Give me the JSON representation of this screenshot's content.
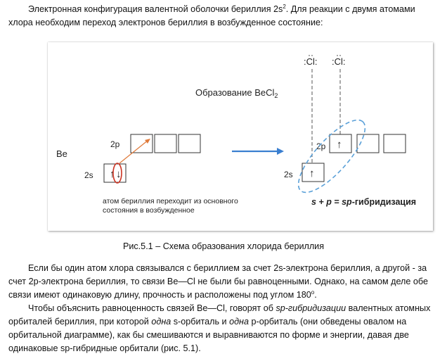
{
  "paragraphs": {
    "p1_part1": "Электронная конфигурация валентной оболочки бериллия 2s",
    "p1_sup": "2",
    "p1_part2": ". Для реакции с двумя атомами хлора необходим переход электронов бериллия в возбужденное состояние:",
    "p2": "Если бы один атом хлора связывался с бериллием за счет 2s-электрона бериллия, а другой - за счет 2p-электрона бериллия, то связи Be—Cl не были бы равноценными. Однако, на самом деле обе связи имеют одинаковую длину, прочность и расположены под углом 180",
    "p2_sup": "o",
    "p2_end": ".",
    "p3_a": "Чтобы объяснить равноценность связей Be—Cl, говорят об ",
    "p3_em1": "sp-гибридизации",
    "p3_b": " валентных атомных орбиталей бериллия, при которой ",
    "p3_em2": "одна",
    "p3_c": " s-орбиталь и ",
    "p3_em3": "одна",
    "p3_d": " p-орбиталь (они обведены овалом на орбитальной диаграмме), как бы смешиваются и выравниваются по форме и энергии, давая две одинаковые sp-гибридные орбитали (рис. 5.1)."
  },
  "caption": "Рис.5.1 – Схема образования хлорида бериллия",
  "figure": {
    "title_main": "Образование BeCl",
    "title_sub": "2",
    "element_label": "Be",
    "label_2p_left": "2p",
    "label_2s_left": "2s",
    "label_2p_right": "2p",
    "label_2s_right": "2s",
    "cl_left": ":Cl:",
    "cl_right": ":Cl:",
    "cl_dots": "··",
    "note_line1": "атом бериллия переходит из основного",
    "note_line2": "состояния в возбужденное",
    "formula_a": "s + p = ",
    "formula_b": "sp",
    "formula_c": "-гибридизация",
    "arrow_up": "↑",
    "arrow_down": "↓",
    "colors": {
      "blue_arrow": "#3a7fd0",
      "ellipse_red": "#cc3322",
      "orange_arrow": "#e07a3a",
      "dashed_blue": "#5aa0d8"
    }
  }
}
